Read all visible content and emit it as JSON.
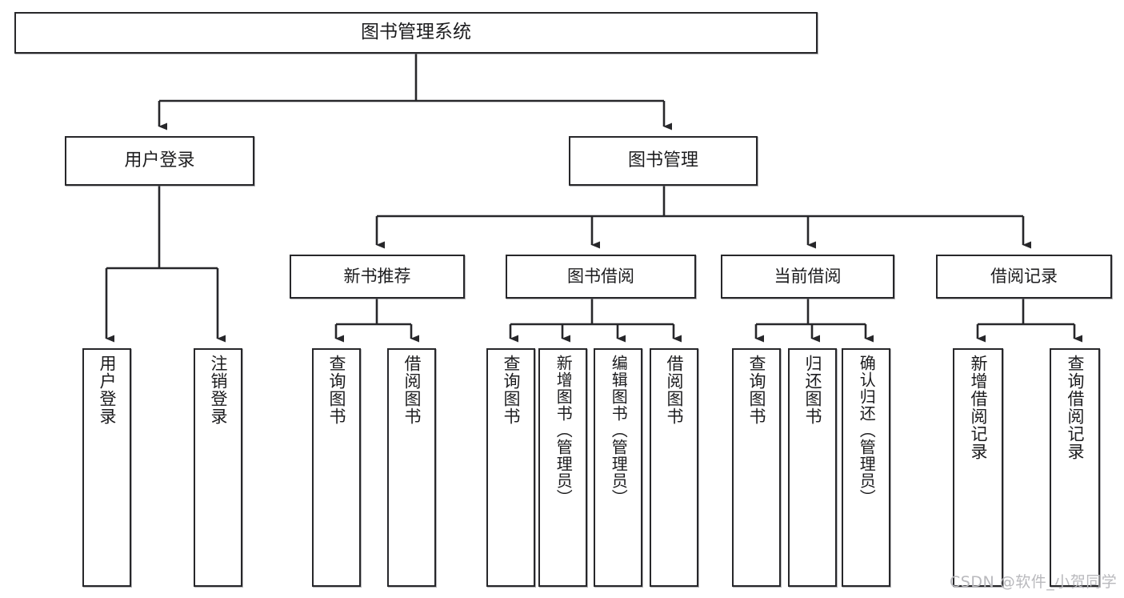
{
  "diagram": {
    "title": "图书管理系统",
    "type": "tree",
    "watermark": "CSDN @软件_小贺同学",
    "colors": {
      "box_border": "#27272a",
      "box_fill": "#ffffff",
      "edge": "#27272a",
      "text": "#1c1c1e",
      "watermark": "#b9b9bd"
    },
    "nodes": {
      "root": {
        "label": "图书管理系统"
      },
      "level2": [
        {
          "id": "user-login",
          "label": "用户登录"
        },
        {
          "id": "book-manage",
          "label": "图书管理"
        }
      ],
      "level3": [
        {
          "id": "new-book-recommend",
          "label": "新书推荐"
        },
        {
          "id": "book-borrow",
          "label": "图书借阅"
        },
        {
          "id": "current-borrow",
          "label": "当前借阅"
        },
        {
          "id": "borrow-record",
          "label": "借阅记录"
        }
      ],
      "leaves": {
        "user-login": [
          {
            "id": "leaf-user-login",
            "label": "用户登录"
          },
          {
            "id": "leaf-logout",
            "label": "注销登录"
          }
        ],
        "new-book-recommend": [
          {
            "id": "leaf-query-book-1",
            "label": "查询图书"
          },
          {
            "id": "leaf-borrow-book-1",
            "label": "借阅图书"
          }
        ],
        "book-borrow": [
          {
            "id": "leaf-query-book-2",
            "label": "查询图书"
          },
          {
            "id": "leaf-add-book",
            "label": "新增图书（管理员）"
          },
          {
            "id": "leaf-edit-book",
            "label": "编辑图书（管理员）"
          },
          {
            "id": "leaf-borrow-book-2",
            "label": "借阅图书"
          }
        ],
        "current-borrow": [
          {
            "id": "leaf-query-book-3",
            "label": "查询图书"
          },
          {
            "id": "leaf-return-book",
            "label": "归还图书"
          },
          {
            "id": "leaf-confirm-return",
            "label": "确认归还（管理员）"
          }
        ],
        "borrow-record": [
          {
            "id": "leaf-add-record",
            "label": "新增借阅记录"
          },
          {
            "id": "leaf-query-record",
            "label": "查询借阅记录"
          }
        ]
      }
    }
  }
}
